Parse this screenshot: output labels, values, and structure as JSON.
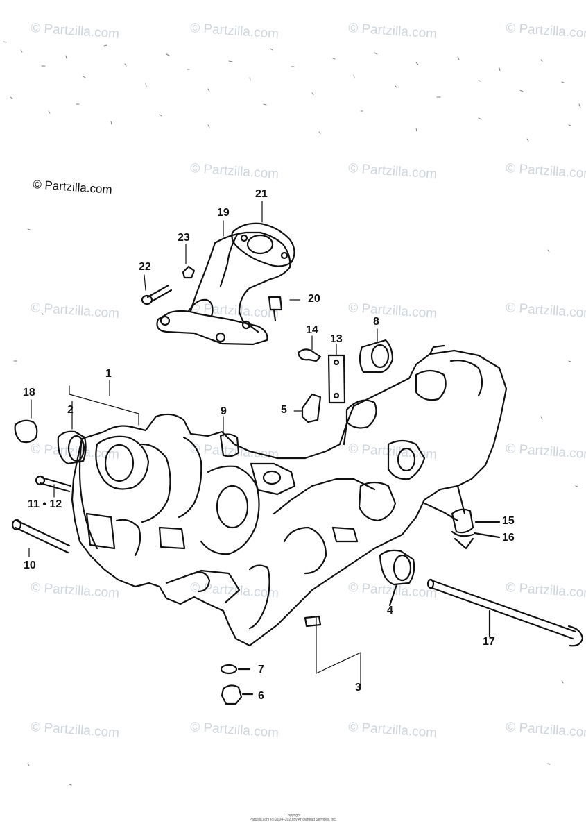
{
  "copyright": "© Partzilla.com",
  "watermark_text": "© Partzilla.com",
  "footer": {
    "line1": "Copyright",
    "line2": "Partzilla.com (c) 2004–2020 by Arrowhead Services, Inc."
  },
  "callouts": [
    "1",
    "2",
    "3",
    "4",
    "5",
    "6",
    "7",
    "8",
    "9",
    "10",
    "11 • 12",
    "13",
    "14",
    "15",
    "16",
    "17",
    "18",
    "19",
    "20",
    "21",
    "22",
    "23"
  ],
  "colors": {
    "ink": "#111111",
    "watermark": "#cfd5dc",
    "paper": "#ffffff"
  }
}
